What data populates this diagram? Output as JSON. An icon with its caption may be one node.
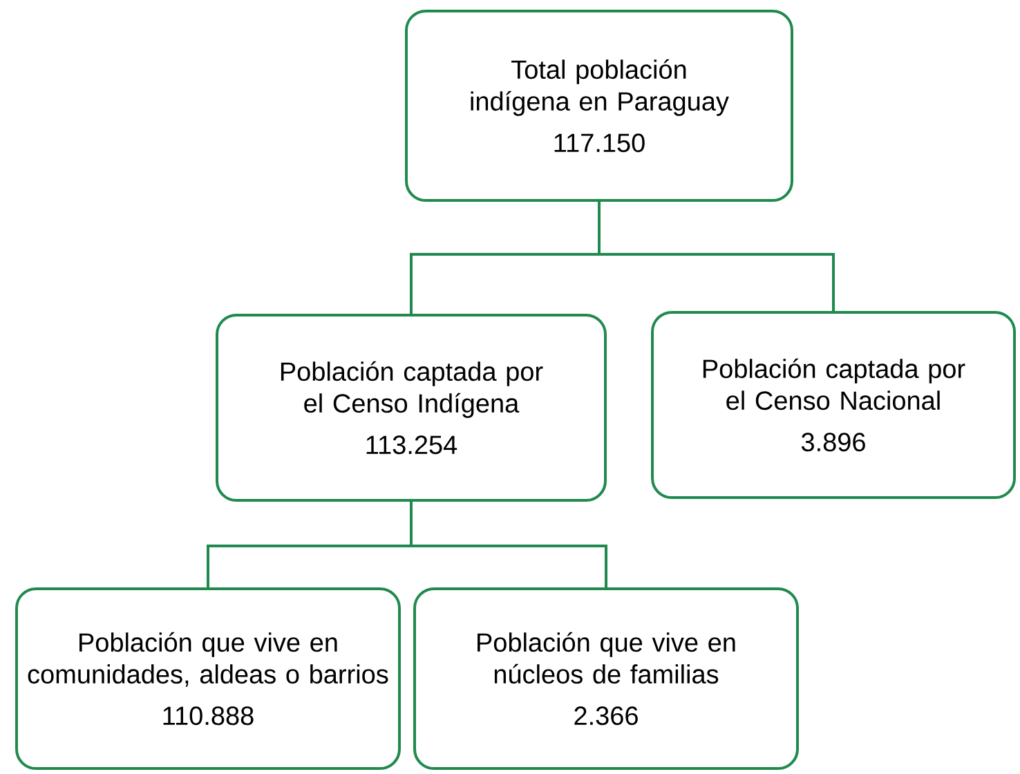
{
  "diagram": {
    "nodes": [
      {
        "text": [
          "Total población indígena en Paraguay",
          "117.150"
        ]
      },
      {
        "text": [
          "Población captada por el Censo Indígena",
          "113.254"
        ]
      },
      {
        "text": [
          "Población captada por el Censo Nacional",
          "3.896"
        ]
      },
      {
        "text": [
          "Población que vive en comunidades, aldeas o barrios",
          "110.888"
        ]
      },
      {
        "text": [
          "Población que vive en núcleos de familias",
          "2.366"
        ]
      }
    ],
    "edges": [
      {
        "from": 0,
        "to": 1,
        "arrow": "none"
      },
      {
        "from": 0,
        "to": 2,
        "arrow": "none"
      },
      {
        "from": 1,
        "to": 3,
        "arrow": "none"
      },
      {
        "from": 1,
        "to": 4,
        "arrow": "none"
      }
    ]
  }
}
